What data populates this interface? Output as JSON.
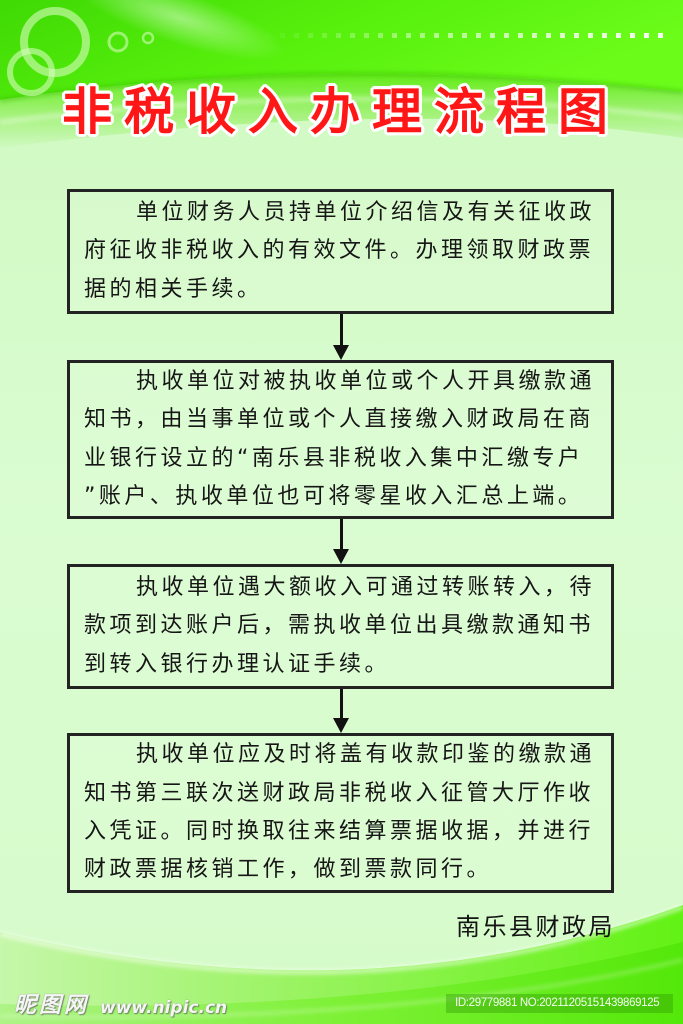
{
  "poster": {
    "title": "非税收入办理流程图",
    "steps": [
      {
        "lines": [
          "单位财务人员持单位介绍信及有关征收政",
          "府征收非税收入的有效文件。办理领取财政票",
          "据的相关手续。"
        ]
      },
      {
        "lines": [
          "执收单位对被执收单位或个人开具缴款通",
          "知书，由当事单位或个人直接缴入财政局在商",
          "业银行设立的“南乐县非税收入集中汇缴专户",
          "”账户、执收单位也可将零星收入汇总上端。"
        ]
      },
      {
        "lines": [
          "执收单位遇大额收入可通过转账转入，待",
          "款项到达账户后，需执收单位出具缴款通知书",
          "到转入银行办理认证手续。"
        ]
      },
      {
        "lines": [
          "执收单位应及时将盖有收款印鉴的缴款通",
          "知书第三联次送财政局非税收入征管大厅作收",
          "入凭证。同时换取往来结算票据收据，并进行",
          "财政票据核销工作，做到票款同行。"
        ]
      }
    ],
    "arrow_icon": "arrow-down-icon",
    "issuer": "南乐县财政局"
  },
  "watermark": {
    "logo_text": "昵图网",
    "site": "www.nipic.cn",
    "id_label": "ID:29779881 NO:20211205151439869125"
  },
  "colors": {
    "title_red": "#ff1717",
    "title_outline": "#ffffff",
    "header_green": "#4ee80c",
    "body_mint": "#d6fbcb",
    "box_border": "#232323",
    "text": "#161616"
  }
}
